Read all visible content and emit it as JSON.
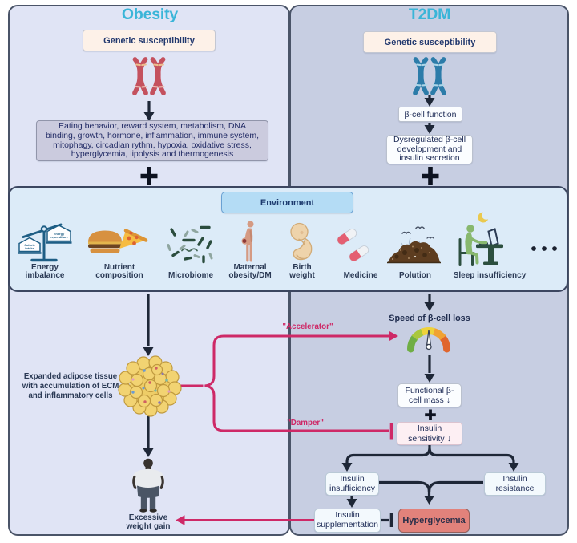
{
  "obesity": {
    "title": "Obesity",
    "genetic_box": "Genetic susceptibility",
    "factors_box": "Eating behavior, reward system, metabolism, DNA\nbinding, growth, hormone, inflammation, immune system,\nmitophagy, circadian rythm, hypoxia, oxidative stress,\nhyperglycemia, lipolysis and thermogenesis",
    "adipose_label": "Expanded adipose tissue\nwith accumulation of ECM\nand inflammatory cells",
    "weight_gain_label": "Excessive\nweight gain"
  },
  "t2dm": {
    "title": "T2DM",
    "genetic_box": "Genetic susceptibility",
    "bcell_function_box": "β-cell function",
    "dysregulated_box": "Dysregulated β-cell\ndevelopment and\ninsulin secretion",
    "speed_label": "Speed of β-cell loss",
    "functional_mass_box": "Functional β-\ncell mass ↓",
    "insulin_sensitivity_box": "Insulin\nsensitivity ↓",
    "insulin_insufficiency_box": "Insulin\ninsufficiency",
    "insulin_resistance_box": "Insulin\nresistance",
    "insulin_supplementation_box": "Insulin\nsupplementation",
    "hyperglycemia_box": "Hyperglycemia"
  },
  "environment": {
    "title": "Environment",
    "items": [
      {
        "label": "Energy\nimbalance",
        "icon": "balance-scale-icon",
        "scale_left_tag": "Caloric\nintake",
        "scale_right_tag": "Energy\nexpenditure"
      },
      {
        "label": "Nutrient\ncomposition",
        "icon": "burger-pizza-icon"
      },
      {
        "label": "Microbiome",
        "icon": "bacteria-icon"
      },
      {
        "label": "Maternal\nobesity/DM",
        "icon": "pregnant-woman-icon"
      },
      {
        "label": "Birth\nweight",
        "icon": "fetus-icon"
      },
      {
        "label": "Medicine",
        "icon": "capsules-icon"
      },
      {
        "label": "Polution",
        "icon": "waste-pile-icon"
      },
      {
        "label": "Sleep insufficiency",
        "icon": "person-desk-moon-icon"
      },
      {
        "label": "",
        "icon": "ellipsis-icon"
      }
    ]
  },
  "annotations": {
    "accelerator": "\"Accelerator\"",
    "damper": "\"Damper\""
  },
  "colors": {
    "title_cyan": "#3ab5d8",
    "pink": "#ce2967",
    "connector_black": "#1e2737",
    "left_panel_fill": "#e0e4f5",
    "right_panel_fill": "#c7cee2",
    "environment_fill": "#dcebf8",
    "hyperglycemia_fill": "#e2827b"
  }
}
